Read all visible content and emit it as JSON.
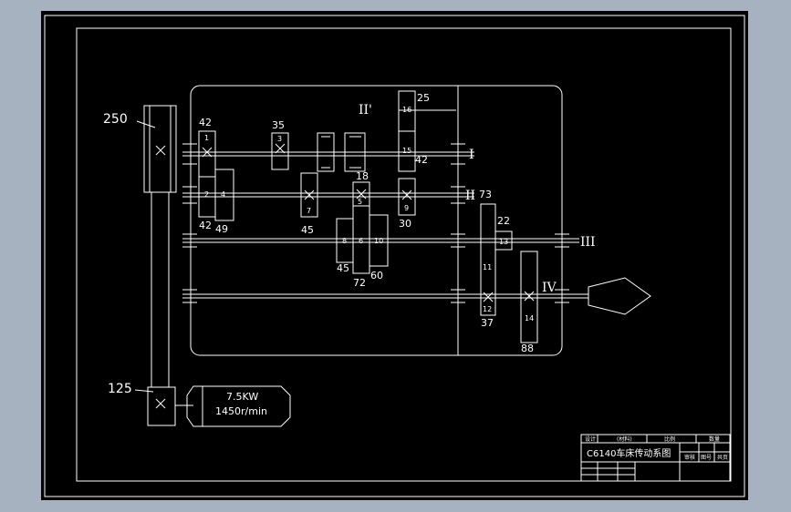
{
  "drawing": {
    "title": "C6140车床传动系图",
    "motor": {
      "power": "7.5KW",
      "speed": "1450r/min"
    },
    "pulleys": {
      "large": "250",
      "small": "125"
    },
    "shafts": [
      "I",
      "II",
      "III",
      "IV"
    ],
    "shaft_label_top": "II'",
    "gear_ids": [
      "1",
      "2",
      "3",
      "4",
      "5",
      "6",
      "7",
      "8",
      "9",
      "10",
      "11",
      "12",
      "13",
      "14",
      "15",
      "16"
    ],
    "tooth_counts": {
      "g1": "42",
      "g2": "42",
      "g4": "49",
      "g3": "35",
      "g7": "45",
      "g5": "18",
      "g9": "30",
      "g8": "45",
      "g6": "72",
      "g10": "60",
      "g15": "42",
      "g16": "25",
      "g11": "73",
      "g13": "22",
      "g12": "37",
      "g14": "88"
    },
    "title_block": {
      "row1": [
        "设计",
        "(材料)",
        "比例",
        "数量"
      ],
      "row2": [
        "审核",
        "图号",
        "共页"
      ]
    }
  }
}
